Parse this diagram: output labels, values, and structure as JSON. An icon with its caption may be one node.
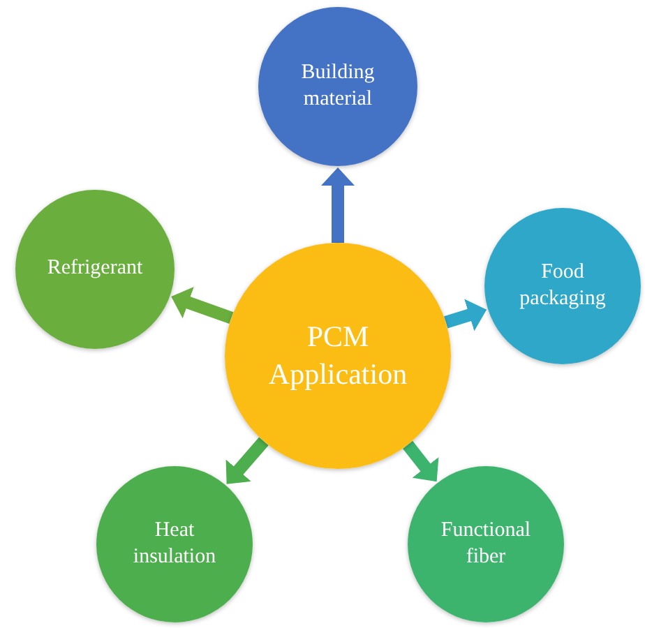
{
  "diagram": {
    "nodes": [
      {
        "text": [
          "PCM Application"
        ]
      },
      {
        "text": [
          "Building material"
        ]
      },
      {
        "text": [
          "Food packaging"
        ]
      },
      {
        "text": [
          "Functional fiber"
        ]
      },
      {
        "text": [
          "Heat insulation"
        ]
      },
      {
        "text": [
          "Refrigerant"
        ]
      }
    ],
    "edges": [
      {
        "from": 0,
        "to": 1,
        "arrow": "to",
        "color": "#4472c4"
      },
      {
        "from": 0,
        "to": 2,
        "arrow": "to",
        "color": "#2ea7c9"
      },
      {
        "from": 0,
        "to": 3,
        "arrow": "to",
        "color": "#3cb46e"
      },
      {
        "from": 0,
        "to": 4,
        "arrow": "to",
        "color": "#4cae4c"
      },
      {
        "from": 0,
        "to": 5,
        "arrow": "to",
        "color": "#6aae3e"
      }
    ]
  }
}
